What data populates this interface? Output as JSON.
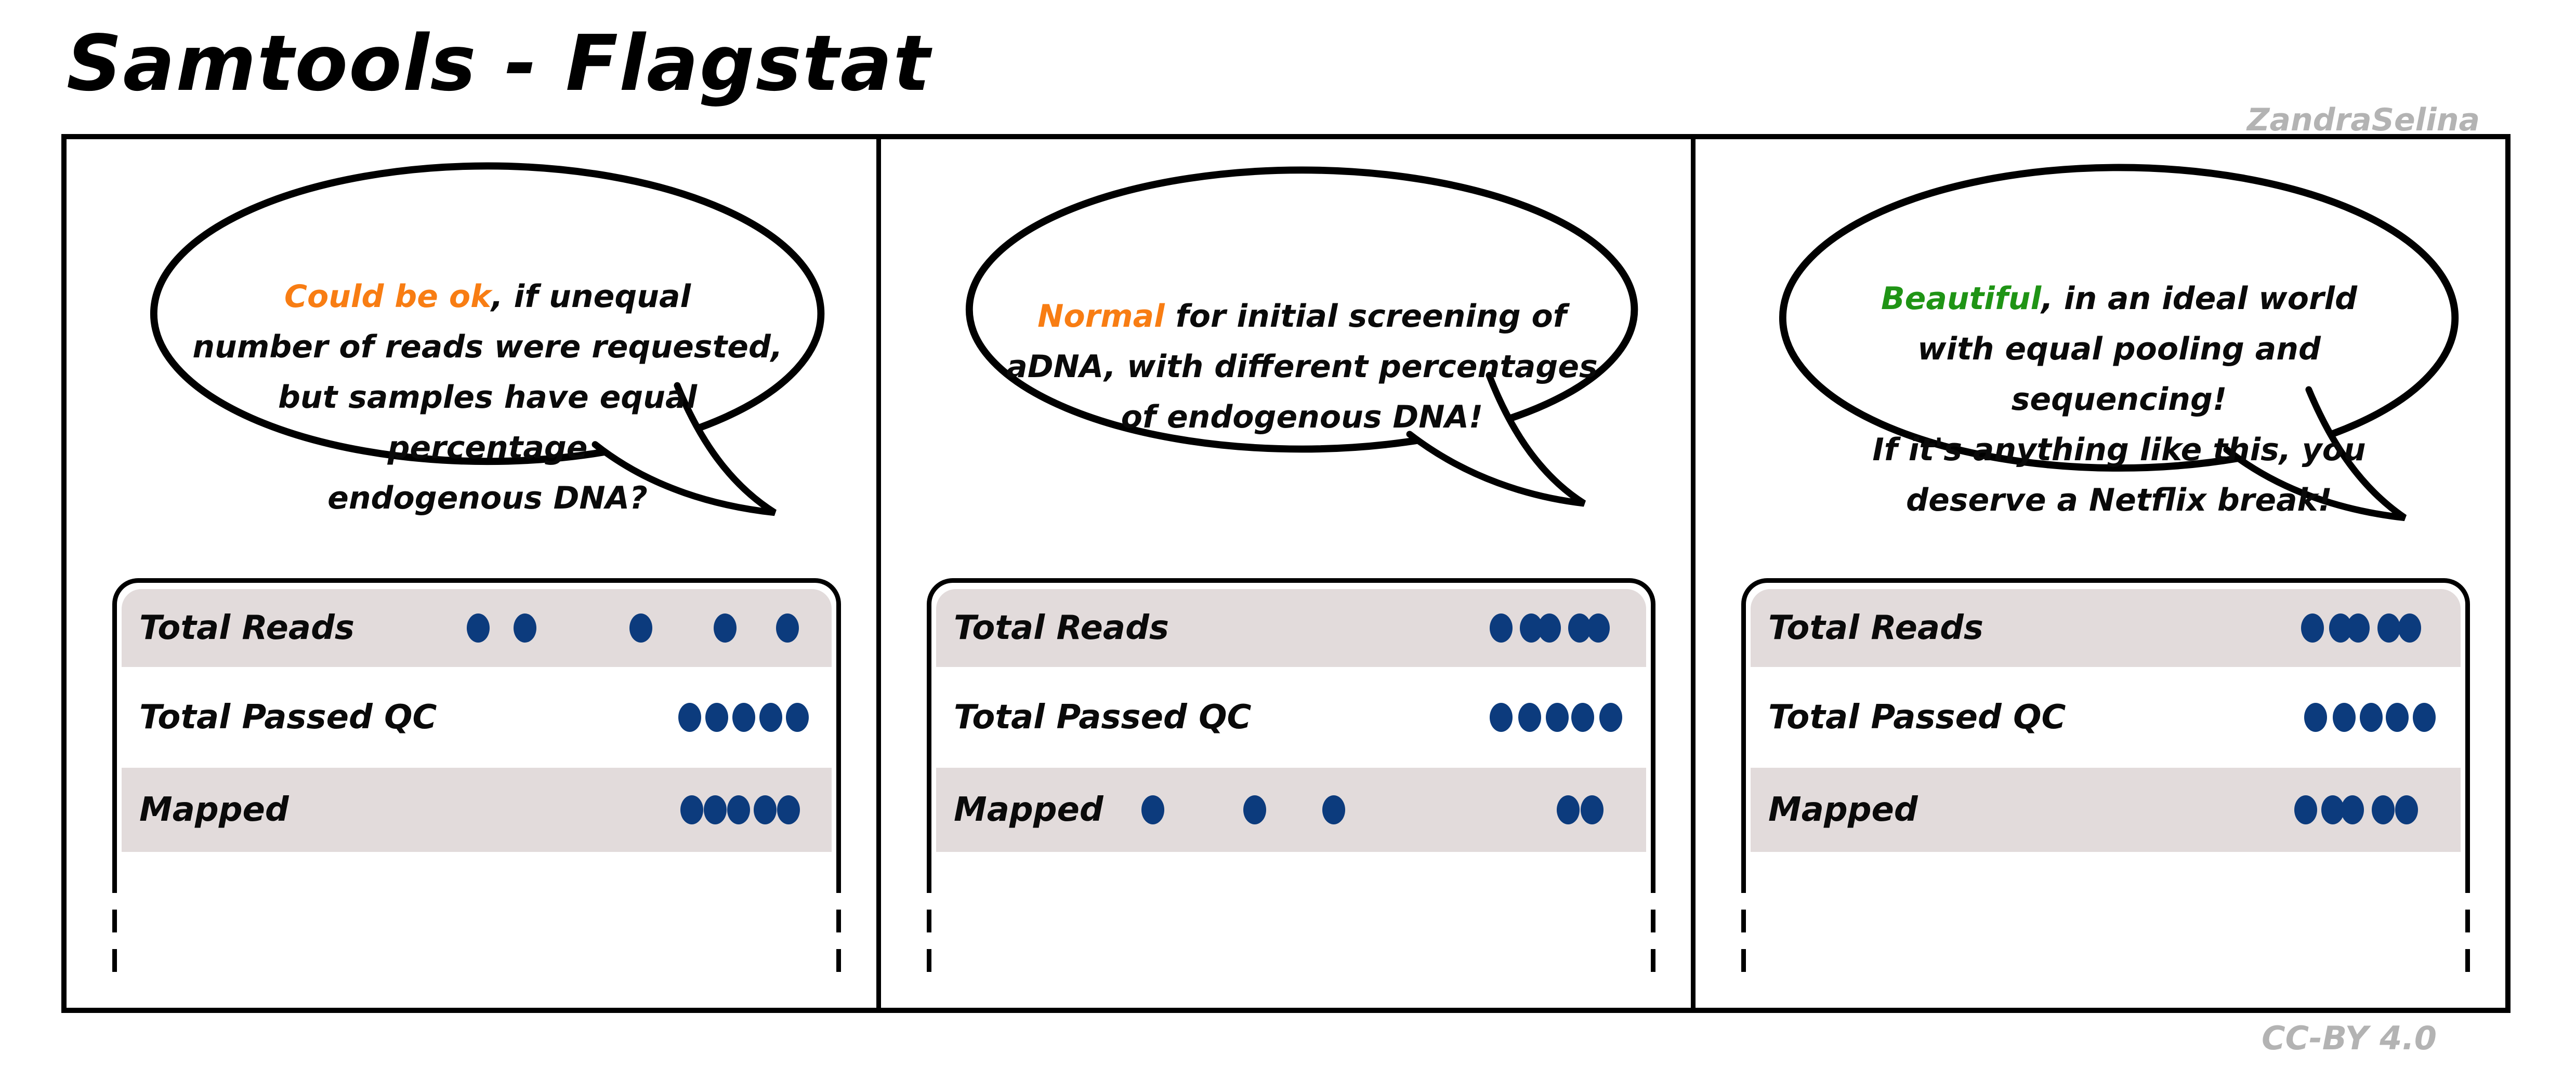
{
  "page": {
    "title": "Samtools - Flagstat",
    "author": "ZandraSelina",
    "license": "CC-BY 4.0"
  },
  "colors": {
    "accent_orange": "#f87d13",
    "accent_green": "#1f9415",
    "dot_navy": "#0c3b7d",
    "row_gray": "#e2dbdb",
    "muted_gray": "#b3b3b3",
    "ink": "#000000"
  },
  "panels": [
    {
      "bubble": {
        "lead": "Could be ok",
        "lead_color": "#f87d13",
        "rest": ", if unequal\nnumber of reads were requested,\nbut samples have equal percentage\nendogenous DNA?"
      },
      "rows": [
        {
          "label": "Total Reads",
          "dot_positions": [
            0.502,
            0.568,
            0.731,
            0.85,
            0.938
          ]
        },
        {
          "label": "Total Passed QC",
          "dot_positions": [
            0.8,
            0.838,
            0.876,
            0.914,
            0.952
          ]
        },
        {
          "label": "Mapped",
          "dot_positions": [
            0.803,
            0.836,
            0.869,
            0.906,
            0.939
          ]
        }
      ]
    },
    {
      "bubble": {
        "lead": "Normal",
        "lead_color": "#f87d13",
        "rest": " for initial screening of\naDNA, with different percentages\nof endogenous DNA!"
      },
      "rows": [
        {
          "label": "Total Reads",
          "dot_positions": [
            0.796,
            0.838,
            0.864,
            0.906,
            0.933
          ]
        },
        {
          "label": "Total Passed QC",
          "dot_positions": [
            0.796,
            0.836,
            0.875,
            0.911,
            0.95
          ]
        },
        {
          "label": "Mapped",
          "dot_positions": [
            0.305,
            0.449,
            0.56,
            0.89,
            0.924
          ]
        }
      ]
    },
    {
      "bubble": {
        "lead": "Beautiful",
        "lead_color": "#1f9415",
        "rest": ", in an ideal world\nwith equal pooling and sequencing!\nIf it's anything like this, you\ndeserve a Netflix break!"
      },
      "rows": [
        {
          "label": "Total Reads",
          "dot_positions": [
            0.791,
            0.831,
            0.856,
            0.899,
            0.928
          ]
        },
        {
          "label": "Total Passed QC",
          "dot_positions": [
            0.796,
            0.836,
            0.874,
            0.911,
            0.949
          ]
        },
        {
          "label": "Mapped",
          "dot_positions": [
            0.782,
            0.82,
            0.848,
            0.891,
            0.924
          ]
        }
      ]
    }
  ],
  "chart_data": {
    "type": "scatter",
    "description": "Dot strip plots: each row shows 5 sample dots placed along a hidden count axis",
    "rows": [
      "Total Reads",
      "Total Passed QC",
      "Mapped"
    ],
    "samples_per_row": 5,
    "panel_verdicts": [
      "Could be ok",
      "Normal",
      "Beautiful"
    ]
  }
}
